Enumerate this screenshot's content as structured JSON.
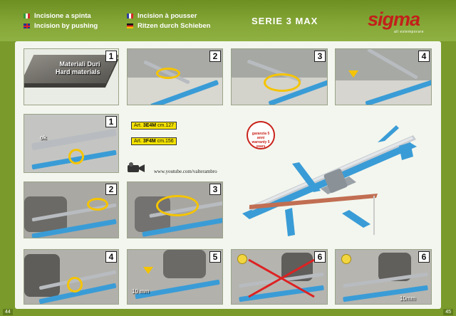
{
  "header": {
    "lang_it": "Incisione a spinta",
    "lang_uk": "Incision by pushing",
    "lang_fr": "Incision à pousser",
    "lang_de": "Ritzen durch Schieben",
    "series": "SERIE 3   MAX",
    "logo": "sigma",
    "logo_sub": "all  estemporare"
  },
  "steps": {
    "row1": [
      "1",
      "2",
      "3",
      "4"
    ],
    "row2": [
      "1"
    ],
    "row3": [
      "2",
      "3"
    ],
    "row4": [
      "4",
      "5",
      "6",
      "6"
    ]
  },
  "tile_label": [
    "Materiali Duri",
    "Hard materials"
  ],
  "ok_label": "ok",
  "mm_left": "10 mm",
  "mm_right": "10mm",
  "articles": [
    {
      "prefix": "Art. ",
      "code": "3E4M",
      "length": " cm.127"
    },
    {
      "prefix": "Art. ",
      "code": "3F4M",
      "length": " cm.156"
    }
  ],
  "url": "www.youtube.com/valterambro",
  "seal": [
    "garanzia 5 anni",
    "warranty 5 years"
  ],
  "pages": {
    "left": "44",
    "right": "45"
  },
  "colors": {
    "green": "#7a9a2c",
    "blue": "#3a9cd6",
    "yellow": "#f5c400",
    "red": "#c2201a"
  }
}
